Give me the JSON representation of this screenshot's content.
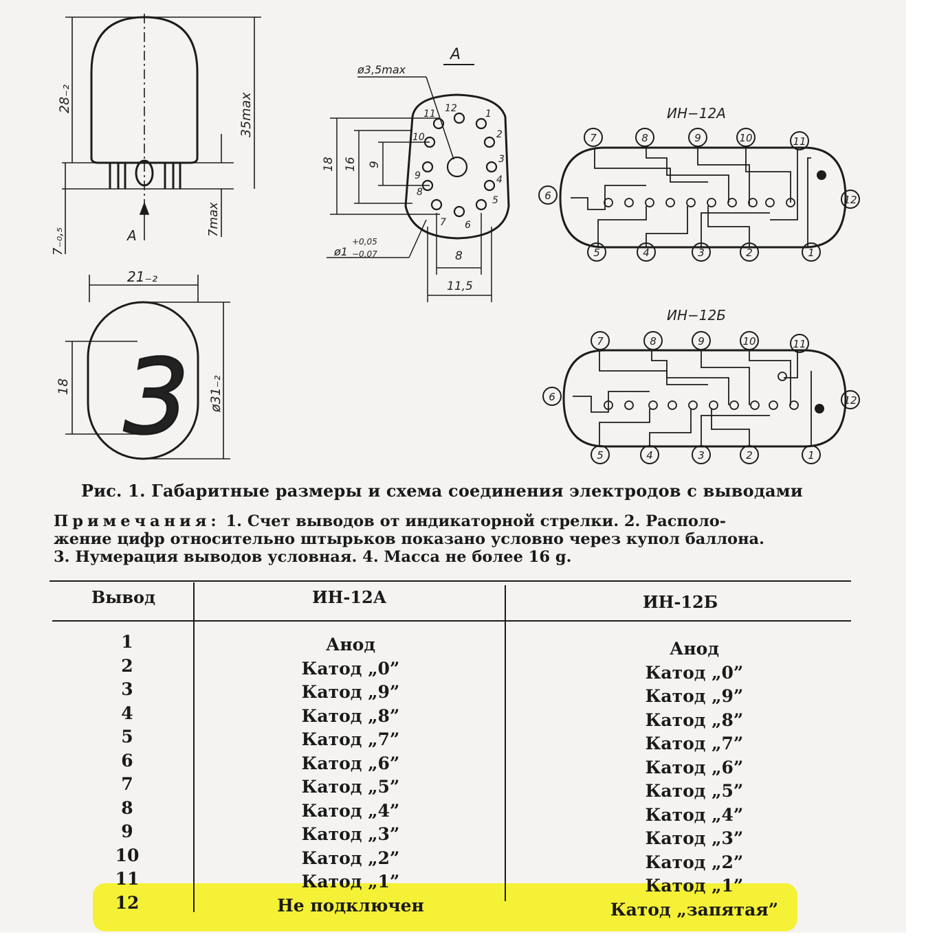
{
  "figure": {
    "view_label": "A",
    "dims": {
      "height_28": "28₋₂",
      "max_35": "35max",
      "pin_7": "7₋₀,₅",
      "pin_7max": "7max",
      "width_21": "21₋₂",
      "dia_31": "ø31₋₂",
      "digit_18": "18",
      "pin_dia": "ø3,5max",
      "pin_tol": "ø1",
      "pin_tol_plus": "+0,05",
      "pin_tol_minus": "−0,07",
      "base_18": "18",
      "base_16": "16",
      "base_9": "9",
      "base_8": "8",
      "base_115": "11,5"
    },
    "digit_shown": "3",
    "base_pins": [
      "1",
      "2",
      "3",
      "4",
      "5",
      "6",
      "7",
      "8",
      "9",
      "10",
      "11",
      "12"
    ],
    "schematic_a_title": "ИН−12А",
    "schematic_b_title": "ИН−12Б",
    "top_pins": [
      "7",
      "8",
      "9",
      "10",
      "11"
    ],
    "bottom_pins": [
      "5",
      "4",
      "3",
      "2",
      "1"
    ],
    "left_pin": "6",
    "right_pin": "12"
  },
  "caption": "Рис. 1. Габаритные размеры и схема соединения электродов с выводами",
  "notes": {
    "label": "Примечания:",
    "line1_rest": " 1. Счет выводов от индикаторной стрелки. 2. Располо-",
    "line2": "жение цифр относительно штырьков показано условно через купол баллона.",
    "line3": "3. Нумерация выводов условная. 4. Масса не более 16 g."
  },
  "table": {
    "headers": {
      "pin": "Вывод",
      "a": "ИН-12А",
      "b": "ИН-12Б"
    },
    "pins": [
      "1",
      "2",
      "3",
      "4",
      "5",
      "6",
      "7",
      "8",
      "9",
      "10",
      "11",
      "12"
    ],
    "in12a": [
      "Анод",
      "Катод „0”",
      "Катод „9”",
      "Катод „8”",
      "Катод „7”",
      "Катод „6”",
      "Катод „5”",
      "Катод „4”",
      "Катод „3”",
      "Катод „2”",
      "Катод „1”",
      "Не подключен"
    ],
    "in12b": [
      "Анод",
      "Катод „0”",
      "Катод „9”",
      "Катод „8”",
      "Катод „7”",
      "Катод „6”",
      "Катод „5”",
      "Катод „4”",
      "Катод „3”",
      "Катод „2”",
      "Катод „1”",
      "Катод „запятая”"
    ],
    "highlight_color": "#f5f015"
  }
}
